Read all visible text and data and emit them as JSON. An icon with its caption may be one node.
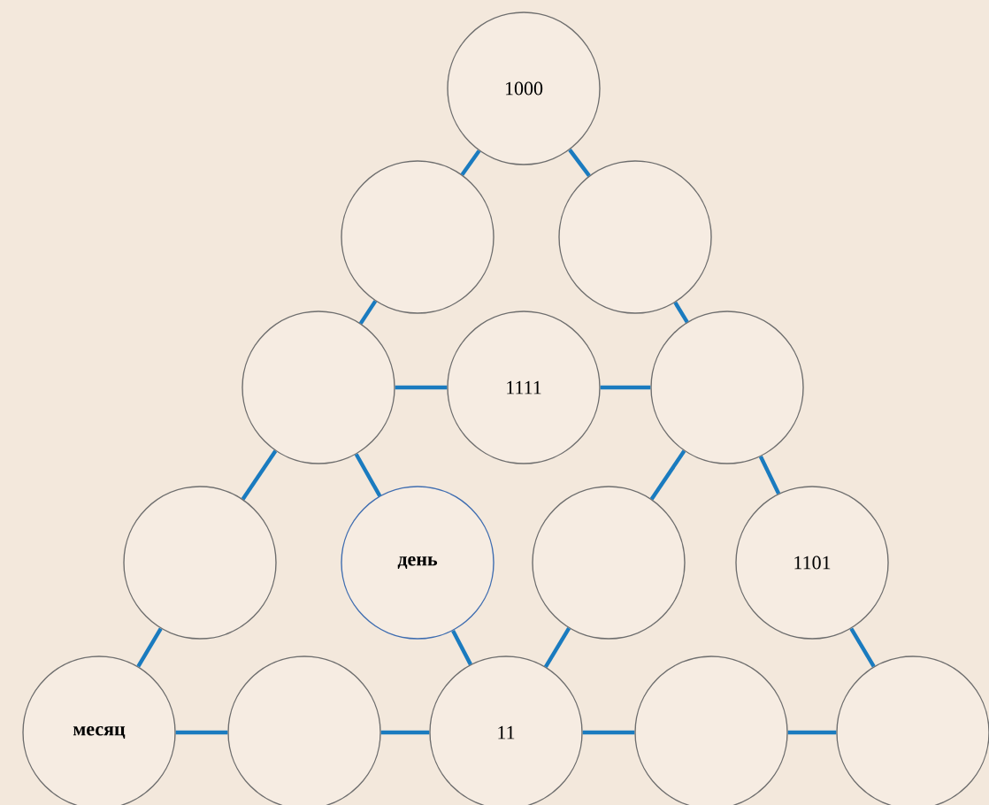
{
  "diagram": {
    "nodes": [
      {
        "text": [
          "1000"
        ]
      },
      {
        "text": [],
        "shape": "circle"
      },
      {
        "text": [],
        "shape": "circle"
      },
      {
        "text": [],
        "shape": "circle"
      },
      {
        "text": [
          "1111"
        ]
      },
      {
        "text": [],
        "shape": "circle"
      },
      {
        "text": [],
        "shape": "circle"
      },
      {
        "text": [
          "**день**"
        ]
      },
      {
        "text": [],
        "shape": "circle"
      },
      {
        "text": [
          "1101"
        ]
      },
      {
        "text": [
          "**месяц**"
        ]
      },
      {
        "text": [],
        "shape": "circle"
      },
      {
        "text": [
          "11"
        ]
      },
      {
        "text": [],
        "shape": "circle"
      },
      {
        "text": [],
        "shape": "circle"
      }
    ],
    "edges": [
      {
        "from": 0,
        "to": 1,
        "arrow": "none"
      },
      {
        "from": 0,
        "to": 2,
        "arrow": "none"
      },
      {
        "from": 1,
        "to": 3,
        "arrow": "none"
      },
      {
        "from": 2,
        "to": 5,
        "arrow": "none"
      },
      {
        "from": 3,
        "to": 4,
        "arrow": "none"
      },
      {
        "from": 4,
        "to": 5,
        "arrow": "none"
      },
      {
        "from": 3,
        "to": 6,
        "arrow": "none"
      },
      {
        "from": 3,
        "to": 7,
        "arrow": "none"
      },
      {
        "from": 5,
        "to": 8,
        "arrow": "none"
      },
      {
        "from": 5,
        "to": 9,
        "arrow": "none"
      },
      {
        "from": 6,
        "to": 10,
        "arrow": "none"
      },
      {
        "from": 7,
        "to": 12,
        "arrow": "none"
      },
      {
        "from": 8,
        "to": 12,
        "arrow": "none"
      },
      {
        "from": 9,
        "to": 14,
        "arrow": "none"
      },
      {
        "from": 10,
        "to": 11,
        "arrow": "none"
      },
      {
        "from": 11,
        "to": 12,
        "arrow": "none"
      },
      {
        "from": 12,
        "to": 13,
        "arrow": "none"
      },
      {
        "from": 13,
        "to": 14,
        "arrow": "none"
      }
    ]
  }
}
